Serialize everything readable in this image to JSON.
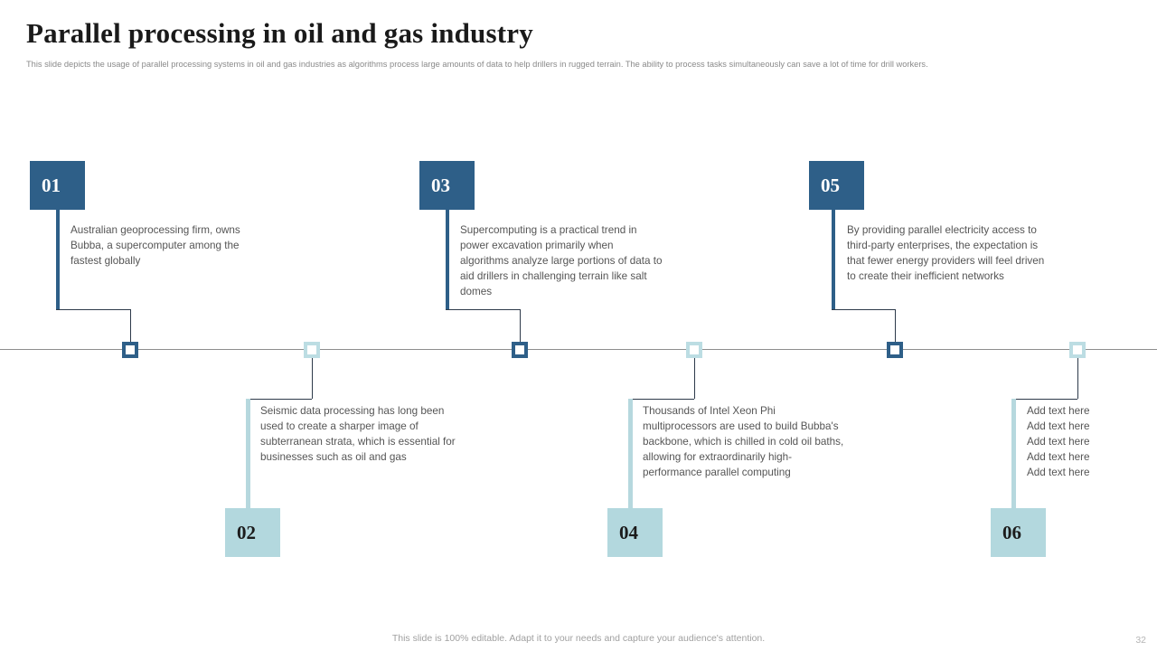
{
  "header": {
    "title": "Parallel processing in oil and gas industry",
    "subtitle": "This slide depicts the usage of parallel processing systems in oil and gas industries as algorithms process large amounts of data to help drillers in rugged terrain. The ability to process tasks simultaneously can save a lot of time for drill workers."
  },
  "colors": {
    "dark_blue": "#2e5f88",
    "light_blue": "#b3d8de",
    "axis": "#8d8d8d",
    "body_text": "#555555",
    "muted_text": "#a0a0a0"
  },
  "timeline": {
    "items": [
      {
        "number": "01",
        "position": "above",
        "style": "dark",
        "text": "Australian geoprocessing firm, owns Bubba, a supercomputer among the fastest globally"
      },
      {
        "number": "02",
        "position": "below",
        "style": "light",
        "text": "Seismic data processing has long been used to create a sharper image of subterranean strata, which is essential for businesses such as oil and gas"
      },
      {
        "number": "03",
        "position": "above",
        "style": "dark",
        "text": "Supercomputing is a practical trend in power excavation primarily when algorithms analyze large portions of data to aid drillers in challenging terrain like salt domes"
      },
      {
        "number": "04",
        "position": "below",
        "style": "light",
        "text": "Thousands of Intel Xeon Phi multiprocessors are used to build Bubba's backbone, which is chilled in cold oil baths, allowing for extraordinarily high-performance parallel computing"
      },
      {
        "number": "05",
        "position": "above",
        "style": "dark",
        "text": "By providing parallel electricity access to third-party enterprises, the expectation is that fewer energy providers will feel driven to create their inefficient networks"
      },
      {
        "number": "06",
        "position": "below",
        "style": "light",
        "text": "Add text here\nAdd text here\nAdd text here\nAdd text here\nAdd text here"
      }
    ]
  },
  "footer": {
    "note": "This slide is 100% editable. Adapt it to your needs and capture your audience's attention.",
    "page_number": "32"
  }
}
